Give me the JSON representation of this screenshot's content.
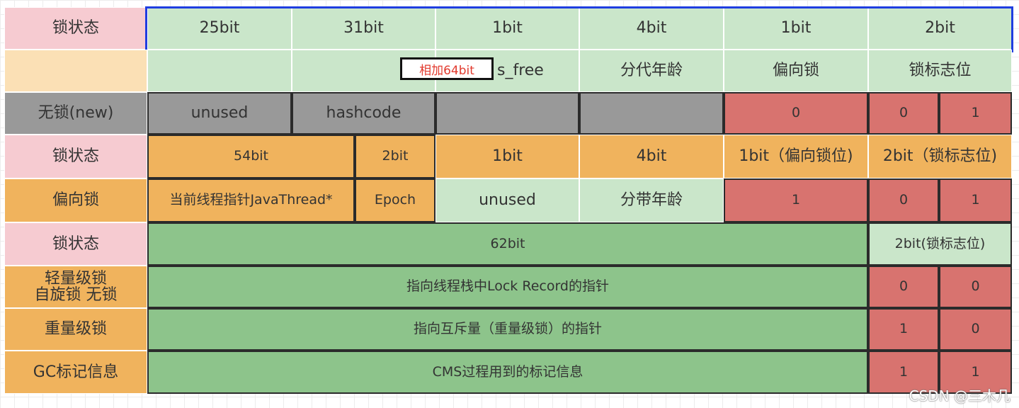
{
  "row1": [
    "锁状态",
    "25bit",
    "31bit",
    "1bit",
    "4bit",
    "1bit",
    "2bit"
  ],
  "row2": [
    "",
    "",
    "",
    "s_free",
    "分代年龄",
    "偏向锁",
    "锁标志位"
  ],
  "callout": "相加64bit",
  "row3": [
    "无锁(new)",
    "unused",
    "hashcode",
    "",
    "",
    "0",
    "0",
    "1"
  ],
  "row4": [
    "锁状态",
    "54bit",
    "2bit",
    "1bit",
    "4bit",
    "1bit（偏向锁位)",
    "2bit（锁标志位)"
  ],
  "row5": [
    "偏向锁",
    "当前线程指针JavaThread*",
    "Epoch",
    "unused",
    "分带年龄",
    "1",
    "0",
    "1"
  ],
  "row6": [
    "锁状态",
    "62bit",
    "2bit(锁标志位)"
  ],
  "row7": [
    "轻量级锁\n自旋锁 无锁",
    "指向线程栈中Lock Record的指针",
    "0",
    "0"
  ],
  "row8": [
    "重量级锁",
    "指向互斥量（重量级锁）的指针",
    "1",
    "0"
  ],
  "row9": [
    "GC标记信息",
    "CMS过程用到的标记信息",
    "1",
    "1"
  ],
  "watermark": "CSDN @三木几"
}
